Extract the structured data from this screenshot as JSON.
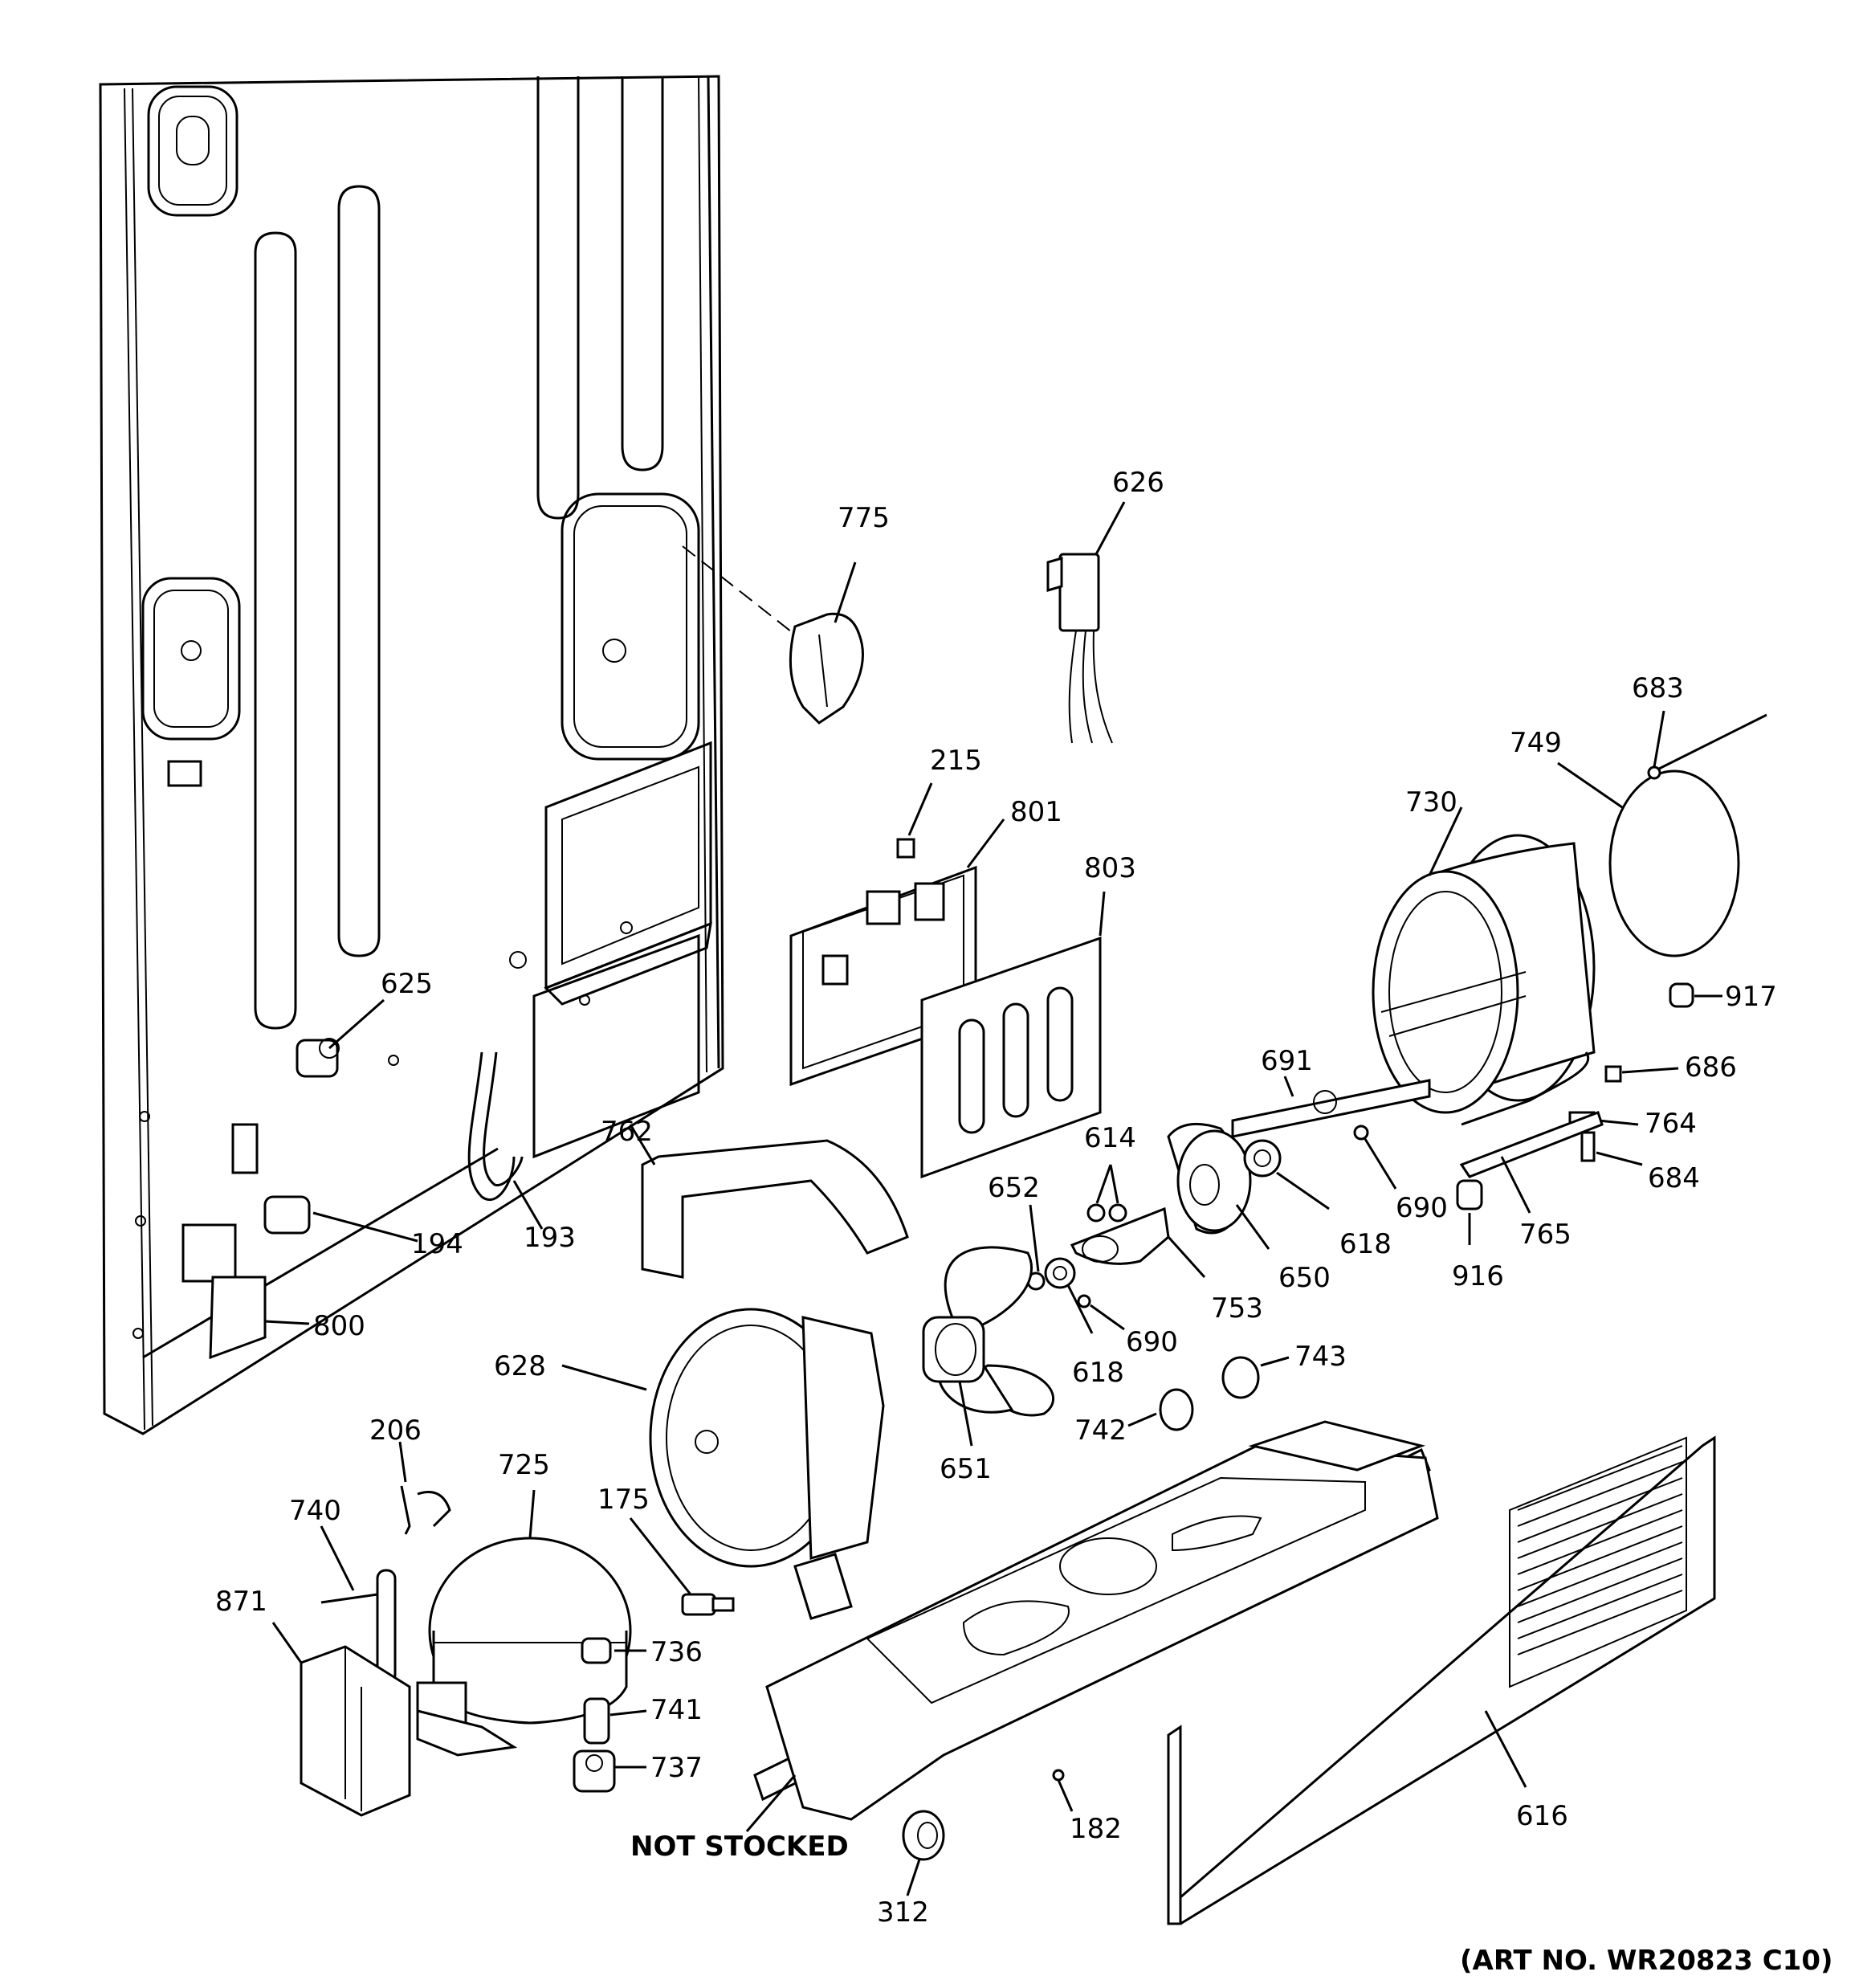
{
  "part_labels": {
    "p626": "626",
    "p775": "775",
    "p683": "683",
    "p749": "749",
    "p215": "215",
    "p801": "801",
    "p730": "730",
    "p803": "803",
    "p917": "917",
    "p625": "625",
    "p691": "691",
    "p686": "686",
    "p614": "614",
    "p764": "764",
    "p762": "762",
    "p652": "652",
    "p684": "684",
    "p690a": "690",
    "p618a": "618",
    "p194": "194",
    "p193": "193",
    "p765": "765",
    "p753": "753",
    "p650": "650",
    "p916": "916",
    "p800": "800",
    "p690b": "690",
    "p618b": "618",
    "p743": "743",
    "p628": "628",
    "p742": "742",
    "p206": "206",
    "p651": "651",
    "p725": "725",
    "p175": "175",
    "p740": "740",
    "p871": "871",
    "p736": "736",
    "p741": "741",
    "p737": "737",
    "p182": "182",
    "p616": "616",
    "p312": "312"
  },
  "notes": {
    "not_stocked": "NOT STOCKED",
    "art_no": "(ART NO. WR20823 C10)"
  }
}
